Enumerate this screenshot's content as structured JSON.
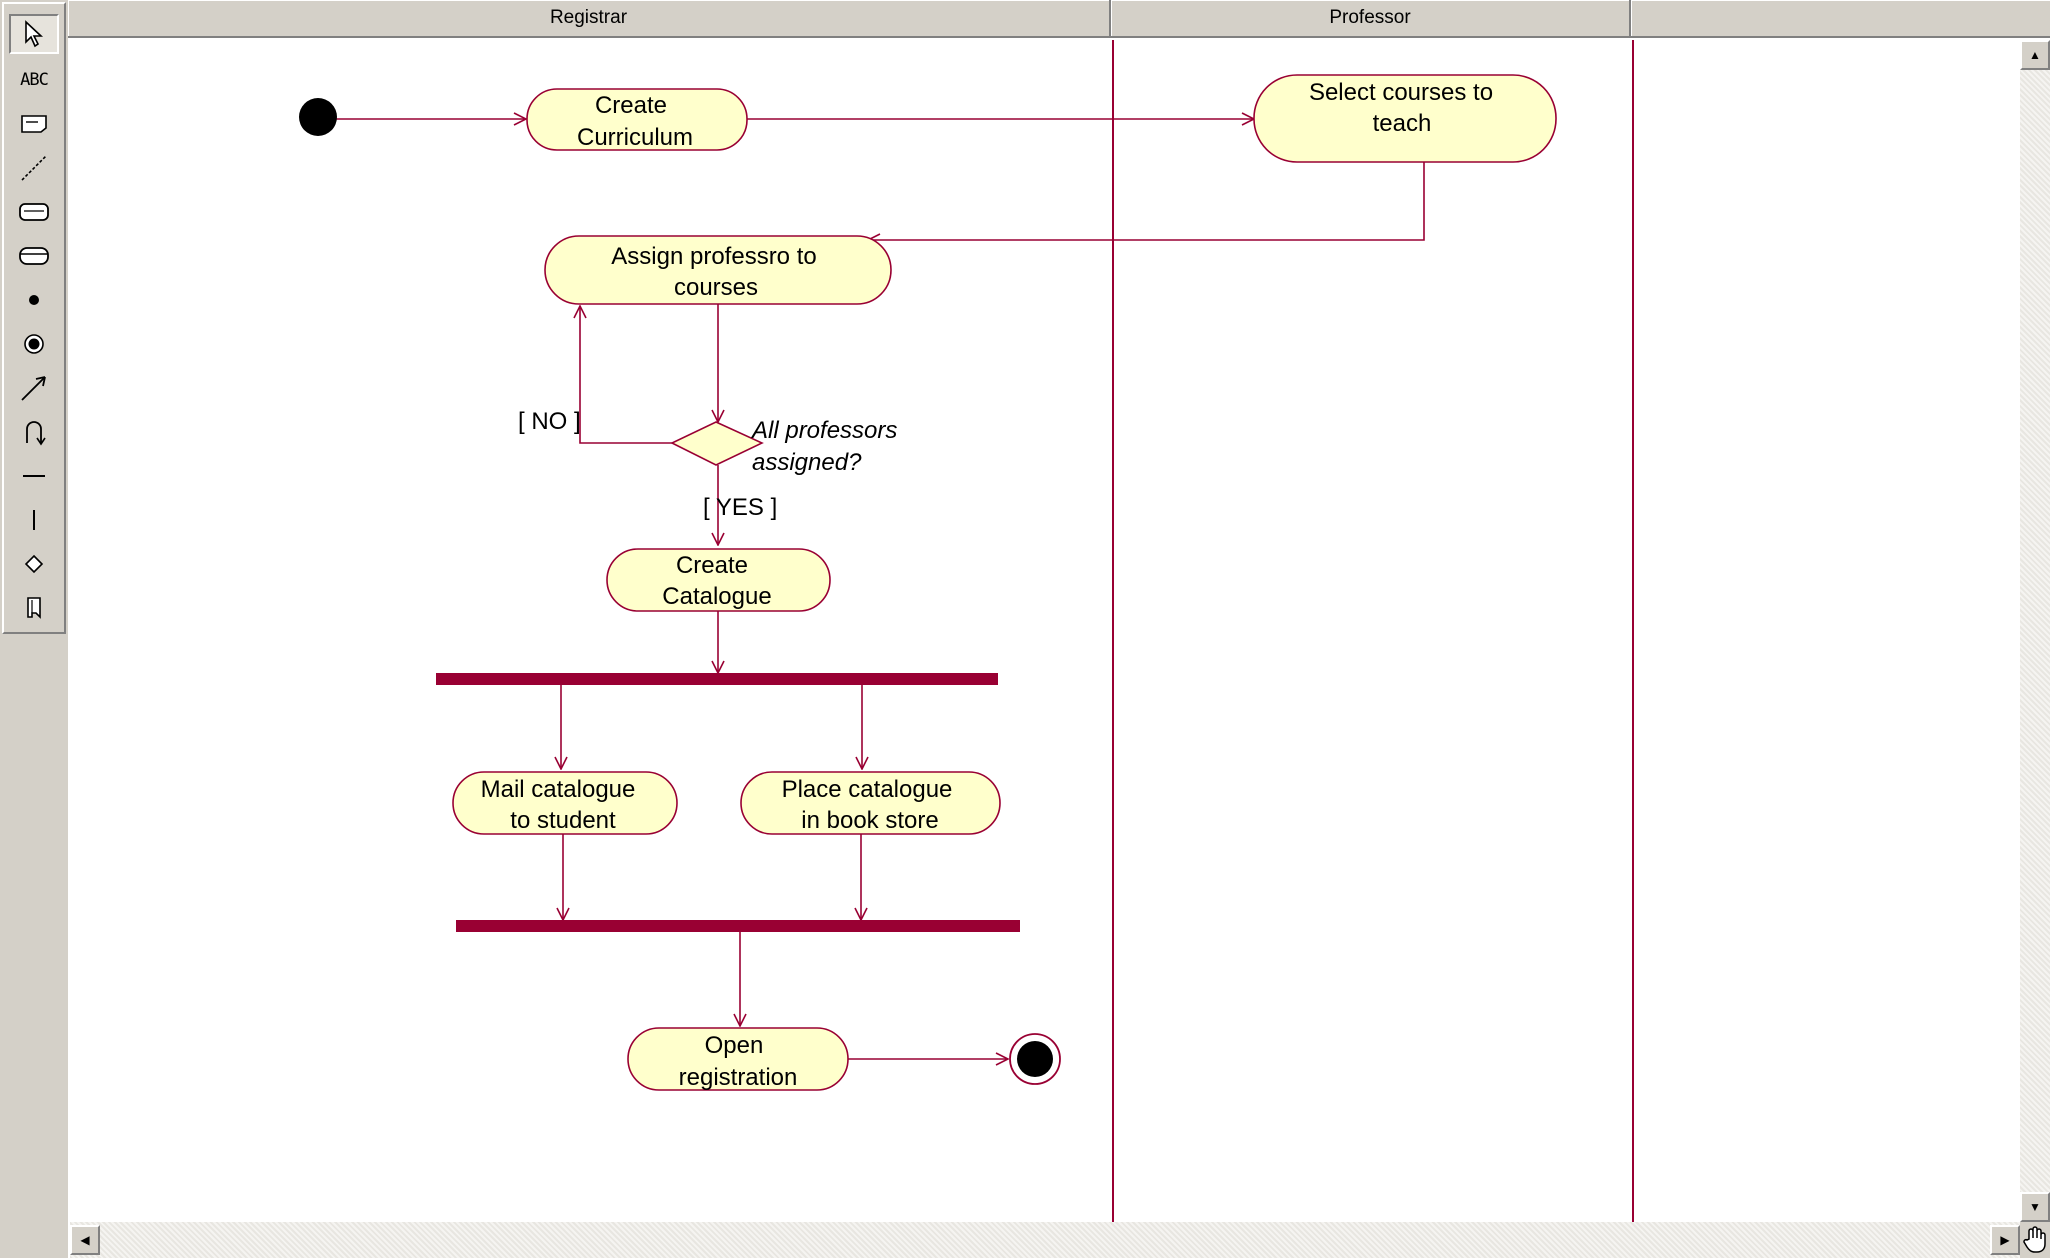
{
  "toolbox": {
    "tools": [
      {
        "name": "selection-tool",
        "label": ""
      },
      {
        "name": "text-box-tool",
        "label": "ABC"
      },
      {
        "name": "note-tool",
        "label": ""
      },
      {
        "name": "anchor-note-tool",
        "label": ""
      },
      {
        "name": "state-tool",
        "label": ""
      },
      {
        "name": "activity-tool",
        "label": ""
      },
      {
        "name": "start-state-tool",
        "label": ""
      },
      {
        "name": "end-state-tool",
        "label": ""
      },
      {
        "name": "state-transition-tool",
        "label": ""
      },
      {
        "name": "transition-to-self-tool",
        "label": ""
      },
      {
        "name": "horizontal-sync-tool",
        "label": ""
      },
      {
        "name": "vertical-sync-tool",
        "label": ""
      },
      {
        "name": "decision-tool",
        "label": ""
      },
      {
        "name": "swimlane-tool",
        "label": ""
      }
    ]
  },
  "swimlanes": [
    {
      "name": "Registrar"
    },
    {
      "name": "Professor"
    }
  ],
  "diagram": {
    "activities": {
      "create_curriculum": [
        "Create",
        "Curriculum"
      ],
      "select_courses": [
        "Select courses to",
        "teach"
      ],
      "assign_professor": [
        "Assign professro to",
        "courses"
      ],
      "create_catalogue": [
        "Create",
        "Catalogue"
      ],
      "mail_catalogue": [
        "Mail catalogue",
        "to student"
      ],
      "place_catalogue": [
        "Place catalogue",
        "in book store"
      ],
      "open_registration": [
        "Open",
        "registration"
      ]
    },
    "decision_label": [
      "All professors",
      "assigned?"
    ],
    "guard_no": "[ NO ]",
    "guard_yes": "[ YES ]"
  },
  "colors": {
    "activity_fill": "#ffffcc",
    "activity_stroke": "#990033",
    "sync_bar": "#990033",
    "lane_line": "#990033"
  }
}
